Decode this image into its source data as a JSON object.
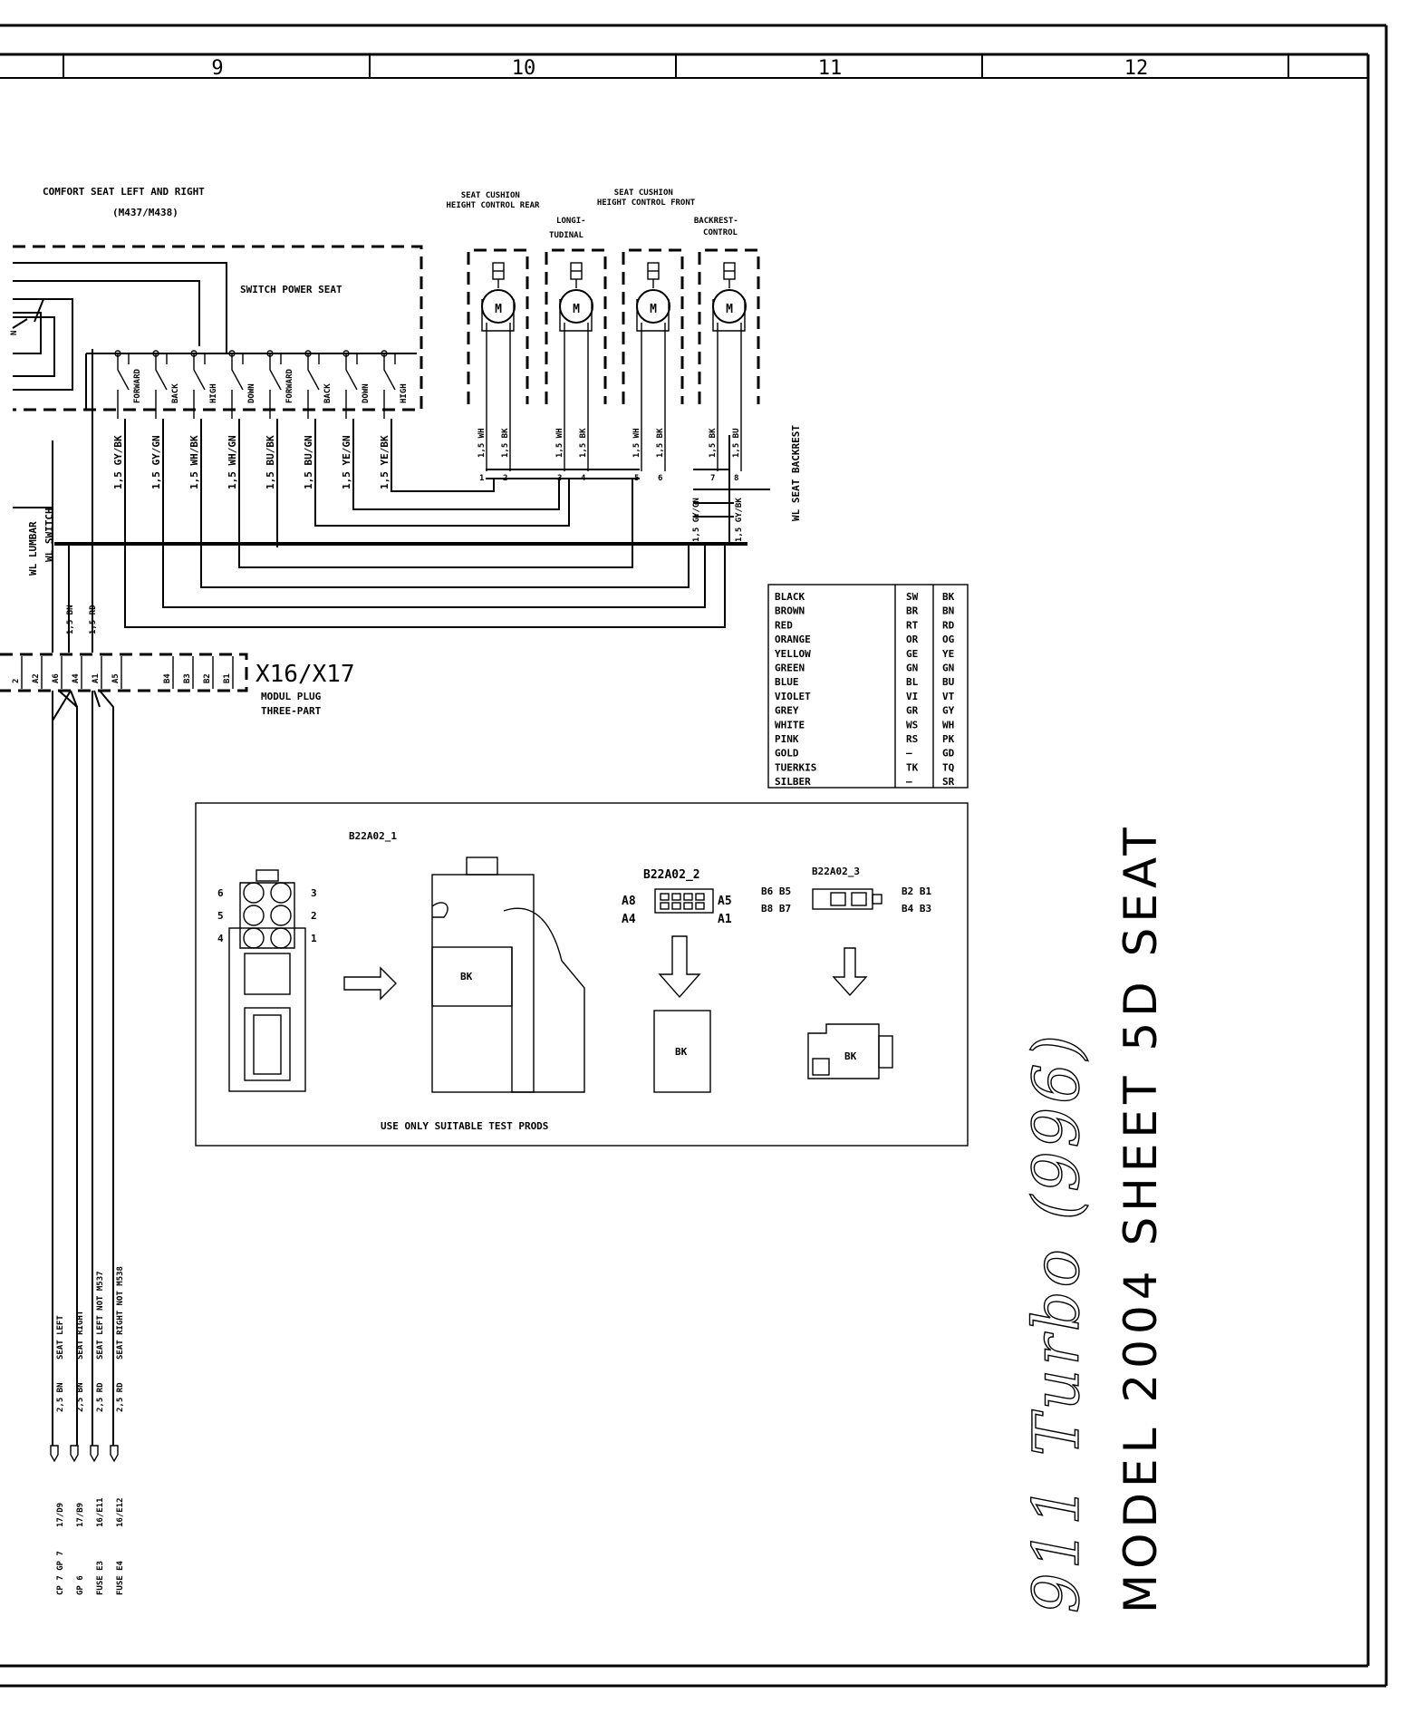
{
  "grid": {
    "columns": [
      "9",
      "10",
      "11",
      "12"
    ]
  },
  "seat": {
    "title": "COMFORT SEAT LEFT AND RIGHT",
    "codes": "(M437/M438)",
    "switch_label": "SWITCH POWER SEAT",
    "motor_symbol": "M",
    "motors": [
      {
        "label": "SEAT CUSHION\nHEIGHT CONTROL REAR",
        "wires": [
          "1,5 WH",
          "1,5 BK"
        ],
        "pins": [
          "1",
          "2"
        ]
      },
      {
        "label": "LONGI-\nTUDINAL",
        "wires": [
          "1,5 WH",
          "1,5 BK"
        ],
        "pins": [
          "3",
          "4"
        ]
      },
      {
        "label": "SEAT CUSHION\nHEIGHT CONTROL FRONT",
        "wires": [
          "1,5 WH",
          "1,5 BK"
        ],
        "pins": [
          "5",
          "6"
        ]
      },
      {
        "label": "BACKREST-\nCONTROL",
        "wires": [
          "1,5 BK",
          "1,5 BU"
        ],
        "pins": [
          "7",
          "8"
        ]
      }
    ],
    "switch_positions": [
      "FORWARD",
      "BACK",
      "HIGH",
      "DOWN",
      "FORWARD",
      "BACK",
      "DOWN",
      "HIGH"
    ],
    "switch_wires": [
      "1,5 GY/BK",
      "1,5 GY/GN",
      "1,5 WH/BK",
      "1,5 WH/GN",
      "1,5 BU/BK",
      "1,5 BU/GN",
      "1,5 YE/GN",
      "1,5 YE/BK"
    ],
    "wl_lumbar": "WL LUMBAR",
    "wl_switch": "WL SWITCH",
    "wl_backrest": "WL SEAT BACKREST",
    "backrest_wires": [
      "1,5 GY/GN",
      "1,5 GY/BK"
    ],
    "feed_wires": [
      "1,5 BN",
      "1,5 RD"
    ]
  },
  "connector": {
    "name": "X16/X17",
    "desc1": "MODUL  PLUG",
    "desc2": "THREE-PART",
    "pins": [
      "2",
      "A2",
      "A6",
      "A4",
      "A1",
      "A5",
      "B4",
      "B3",
      "B2",
      "B1"
    ]
  },
  "color_table": [
    [
      "BLACK",
      "SW",
      "BK"
    ],
    [
      "BROWN",
      "BR",
      "BN"
    ],
    [
      "RED",
      "RT",
      "RD"
    ],
    [
      "ORANGE",
      "OR",
      "OG"
    ],
    [
      "YELLOW",
      "GE",
      "YE"
    ],
    [
      "GREEN",
      "GN",
      "GN"
    ],
    [
      "BLUE",
      "BL",
      "BU"
    ],
    [
      "VIOLET",
      "VI",
      "VT"
    ],
    [
      "GREY",
      "GR",
      "GY"
    ],
    [
      "WHITE",
      "WS",
      "WH"
    ],
    [
      "PINK",
      "RS",
      "PK"
    ],
    [
      "GOLD",
      "—",
      "GD"
    ],
    [
      "TUERKIS",
      "TK",
      "TQ"
    ],
    [
      "SILBER",
      "—",
      "SR"
    ]
  ],
  "connector_box": {
    "title1": "B22A02_1",
    "title2": "B22A02_2",
    "title3": "B22A02_3",
    "pin_nums_left": [
      "6",
      "5",
      "4"
    ],
    "pin_nums_right": [
      "3",
      "2",
      "1"
    ],
    "c2_left": [
      "A8",
      "A4"
    ],
    "c2_right": [
      "A5",
      "A1"
    ],
    "c3_left": [
      "B6  B5",
      "B8  B7"
    ],
    "c3_right": [
      "B2  B1",
      "B4  B3"
    ],
    "bk": "BK",
    "note": "USE ONLY SUITABLE TEST PRODS"
  },
  "bottom_wires": [
    {
      "gauge": "2,5 BN",
      "dest": "SEAT LEFT",
      "ref": "CP 7  GP 7",
      "page": "17/D9"
    },
    {
      "gauge": "2,5 BN",
      "dest": "SEAT RIGHT",
      "ref": "GP 6",
      "page": "17/B9"
    },
    {
      "gauge": "2,5 RD",
      "dest": "SEAT LEFT NOT M537",
      "ref": "FUSE E3",
      "page": "16/E11"
    },
    {
      "gauge": "2,5 RD",
      "dest": "SEAT RIGHT NOT M538",
      "ref": "FUSE E4",
      "page": "16/E12"
    }
  ],
  "title_block": {
    "model": "911",
    "turbo": "Turbo",
    "code": "(996)",
    "sheet": "MODEL 2004 SHEET 5D SEAT"
  }
}
